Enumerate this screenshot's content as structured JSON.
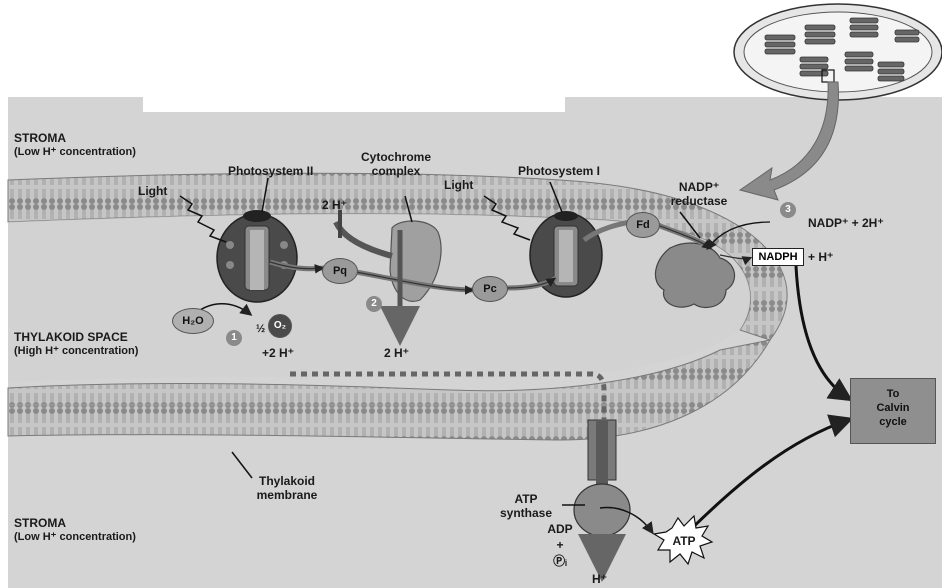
{
  "labels": {
    "stroma_top": "STROMA",
    "stroma_top_sub": "(Low H⁺ concentration)",
    "thylakoid_space": "THYLAKOID SPACE",
    "thylakoid_space_sub": "(High H⁺ concentration)",
    "stroma_bottom": "STROMA",
    "stroma_bottom_sub": "(Low H⁺ concentration)",
    "photosystem_ii": "Photosystem II",
    "photosystem_i": "Photosystem I",
    "cytochrome_line1": "Cytochrome",
    "cytochrome_line2": "complex",
    "light_left": "Light",
    "light_right": "Light",
    "nadp_reductase_line1": "NADP⁺",
    "nadp_reductase_line2": "reductase",
    "nadp_plus_2h": "NADP⁺ + 2H⁺",
    "nadph": "NADPH",
    "plus_h": "+ H⁺",
    "two_h_top": "2 H⁺",
    "two_h_mid": "2 H⁺",
    "plus_two_h": "+2 H⁺",
    "h2o": "H₂O",
    "half": "½",
    "o2": "O₂",
    "pq": "Pq",
    "pc": "Pc",
    "fd": "Fd",
    "thylakoid_membrane_line1": "Thylakoid",
    "thylakoid_membrane_line2": "membrane",
    "atp_synthase_line1": "ATP",
    "atp_synthase_line2": "synthase",
    "adp": "ADP",
    "plus": "+",
    "pi": "Ⓟᵢ",
    "atp": "ATP",
    "h_bottom": "H⁺",
    "to_calvin_line1": "To",
    "to_calvin_line2": "Calvin",
    "to_calvin_line3": "cycle",
    "step1": "1",
    "step2": "2",
    "step3": "3"
  },
  "colors": {
    "background": "#d4d4d4",
    "membrane_heads": "#8c8c8c",
    "membrane_tails": "#bdbdbd",
    "protein_dark": "#4a4a4a",
    "protein_light": "#9a9a9a",
    "calvin_box": "#8f8f8f"
  },
  "icons": [
    "lightning-icon",
    "chloroplast-icon",
    "arrow-icon"
  ]
}
